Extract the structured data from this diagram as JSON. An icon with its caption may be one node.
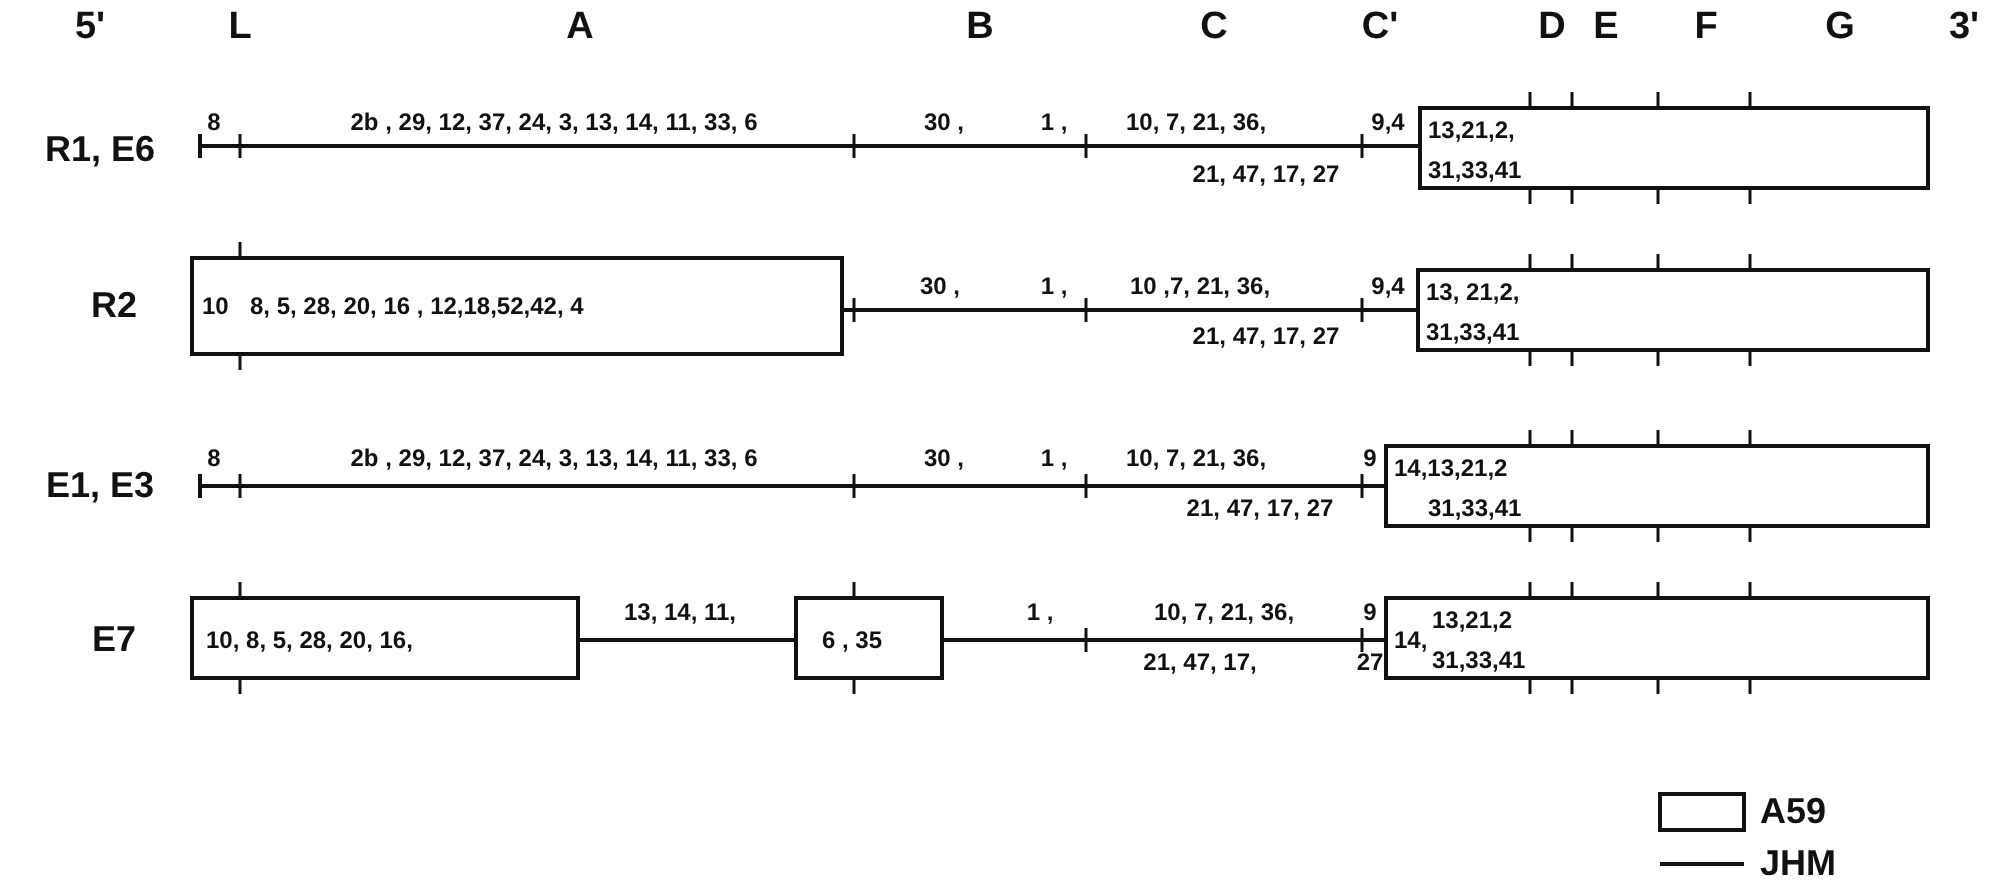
{
  "diagram": {
    "nodes": [
      {
        "text": [
          "13,21,2,",
          "31,33,41"
        ]
      },
      {
        "text": [
          "10",
          "8, 5, 28, 20, 16 , 12,18,52,42, 4"
        ]
      },
      {
        "text": [
          "13, 21,2,",
          "31,33,41"
        ]
      },
      {
        "text": [
          "14,13,21,2",
          "31,33,41"
        ]
      },
      {
        "text": [
          "10, 8, 5, 28, 20, 16,"
        ]
      },
      {
        "text": [
          "6 , 35"
        ]
      },
      {
        "text": [
          "14,",
          "13,21,2",
          "31,33,41"
        ]
      }
    ],
    "labels": [
      "5'",
      "L",
      "A",
      "B",
      "C",
      "C'",
      "D",
      "E",
      "F",
      "G",
      "3'",
      "R1, E6",
      "8",
      "2b , 29, 12, 37, 24, 3, 13, 14, 11, 33, 6",
      "30 ,",
      "1 ,",
      "10, 7, 21, 36,",
      "9,4",
      "21, 47, 17, 27",
      "R2",
      "30 ,",
      "1 ,",
      "10 ,7, 21, 36,",
      "9,4",
      "21, 47, 17, 27",
      "E1, E3",
      "8",
      "2b , 29, 12, 37, 24, 3, 13, 14, 11, 33, 6",
      "30 ,",
      "1 ,",
      "10, 7, 21, 36,",
      "9",
      "21, 47, 17, 27",
      "E7",
      "13, 14, 11,",
      "1 ,",
      "10, 7, 21, 36,",
      "9",
      "21, 47, 17,",
      "27"
    ],
    "legend": [
      {
        "text": "A59"
      },
      {
        "text": "JHM"
      }
    ]
  }
}
